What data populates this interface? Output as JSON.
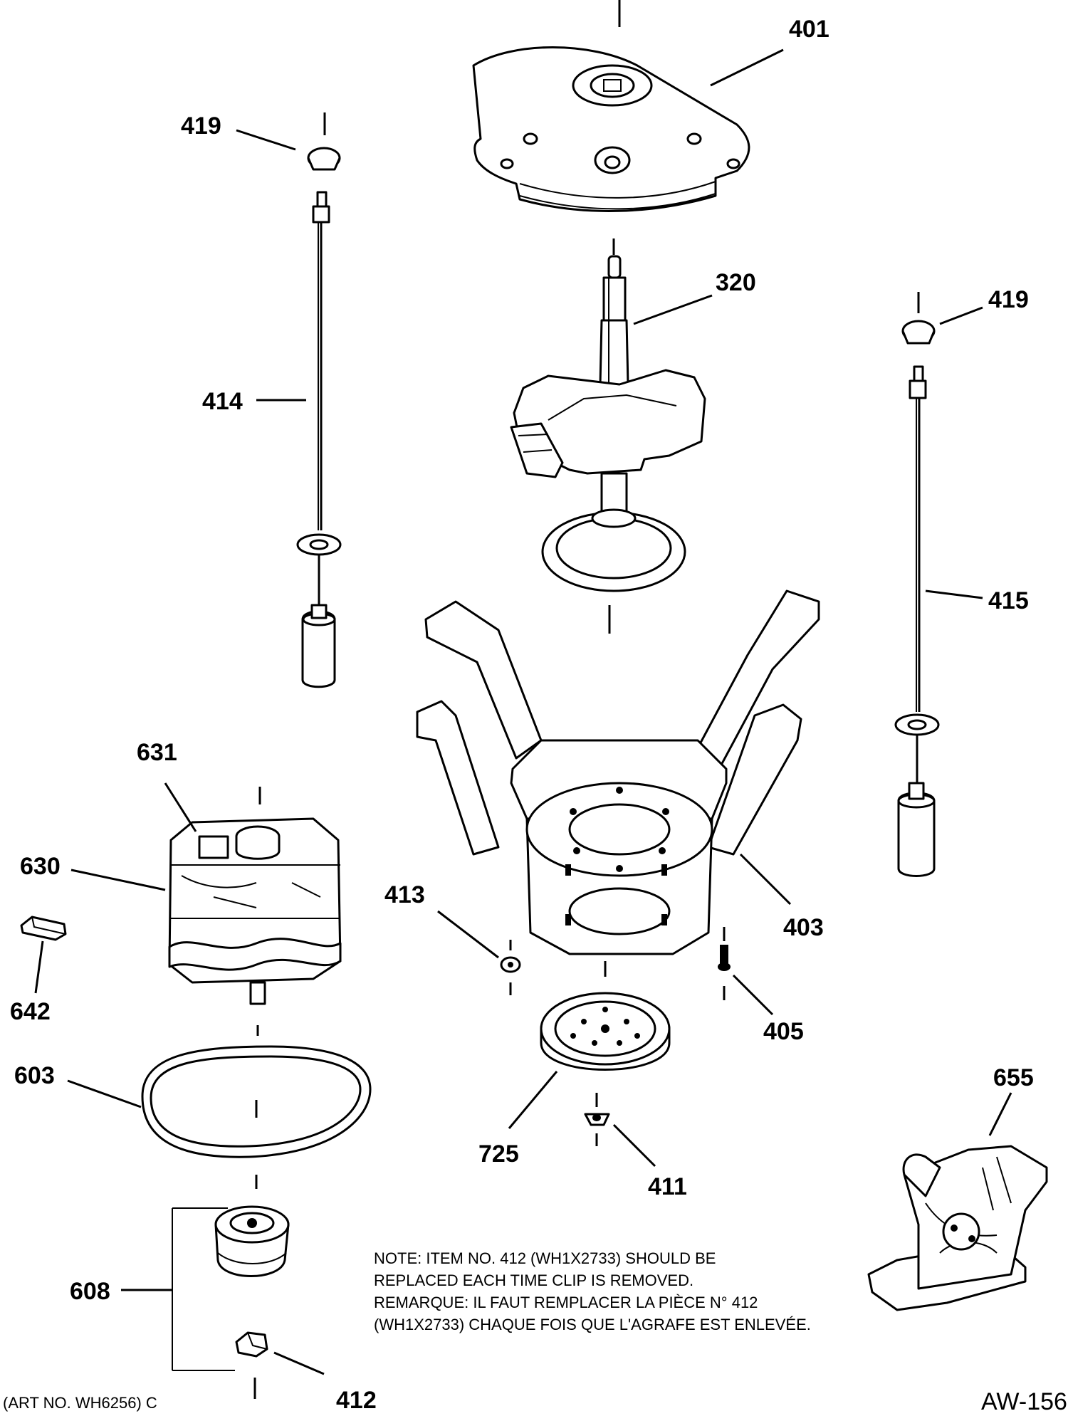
{
  "labels": {
    "l401": "401",
    "l419_left": "419",
    "l419_right": "419",
    "l320": "320",
    "l414": "414",
    "l415": "415",
    "l631": "631",
    "l630": "630",
    "l642": "642",
    "l603": "603",
    "l608": "608",
    "l412": "412",
    "l413": "413",
    "l403": "403",
    "l405": "405",
    "l725": "725",
    "l411": "411",
    "l655": "655"
  },
  "note": {
    "line1": "NOTE: ITEM NO. 412 (WH1X2733) SHOULD BE",
    "line2": "REPLACED EACH TIME CLIP IS REMOVED.",
    "line3": "REMARQUE: IL FAUT REMPLACER LA PIÈCE N° 412",
    "line4": "(WH1X2733) CHAQUE FOIS QUE L'AGRAFE EST ENLEVÉE."
  },
  "footer": {
    "art_no": "(ART NO. WH6256) C",
    "code": "AW-156"
  }
}
